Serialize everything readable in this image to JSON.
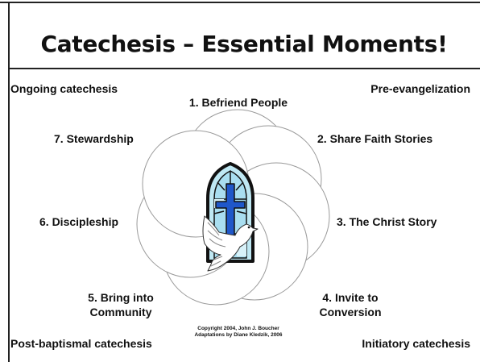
{
  "title": "Catechesis – Essential Moments!",
  "corners": {
    "top_left": "Ongoing catechesis",
    "top_right": "Pre-evangelization",
    "bottom_left": "Post-baptismal catechesis",
    "bottom_right": "Initiatory catechesis"
  },
  "moments": [
    {
      "line1": "1. Befriend People",
      "line2": ""
    },
    {
      "line1": "2. Share Faith Stories",
      "line2": ""
    },
    {
      "line1": "3. The Christ Story",
      "line2": ""
    },
    {
      "line1": "4. Invite to",
      "line2": "Conversion"
    },
    {
      "line1": "5. Bring into",
      "line2": "Community"
    },
    {
      "line1": "6. Discipleship",
      "line2": ""
    },
    {
      "line1": "7. Stewardship",
      "line2": ""
    }
  ],
  "copyright": {
    "line1": "Copyright 2004, John J. Boucher",
    "line2": "Adaptations by Diane Kledzik, 2006"
  },
  "center_image": "stained-glass-window-with-cross-and-dove",
  "colors": {
    "glass_light": "#bfe8f3",
    "glass_mid": "#8fd3e8",
    "cross": "#1f57c9",
    "lead": "#111111"
  }
}
